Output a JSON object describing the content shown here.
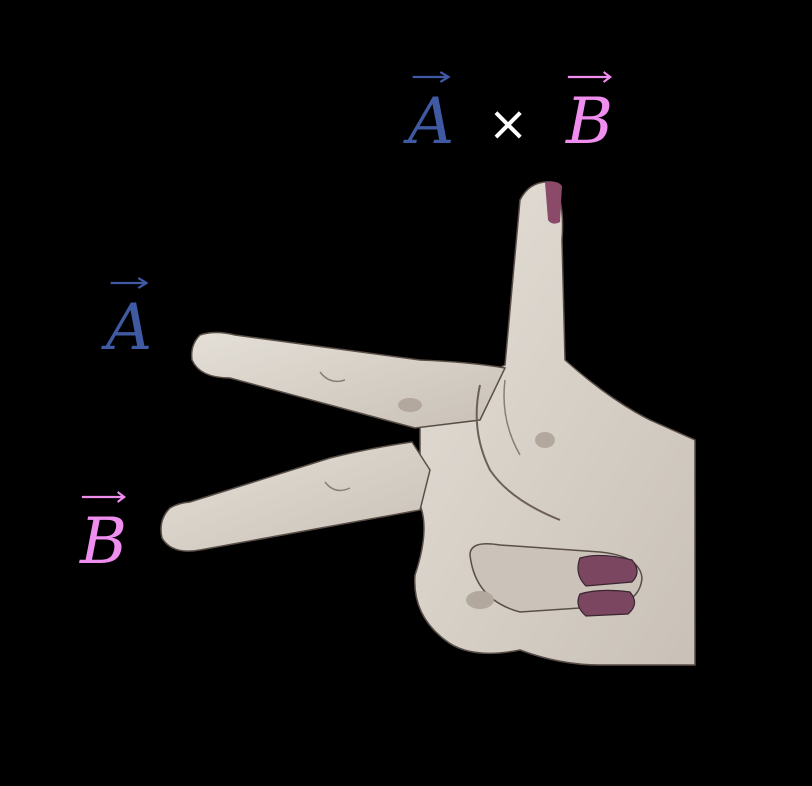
{
  "labels": {
    "index_finger": "A",
    "middle_finger": "B",
    "thumb_left": "A",
    "thumb_operator": "×",
    "thumb_right": "B"
  },
  "colors": {
    "background": "#000000",
    "vector_a": "#3f5aa3",
    "vector_b": "#f08ef0",
    "operator": "#ffffff",
    "skin": "#d8d2ca",
    "skin_shadow": "#a79c92",
    "nail": "#7a4660"
  }
}
